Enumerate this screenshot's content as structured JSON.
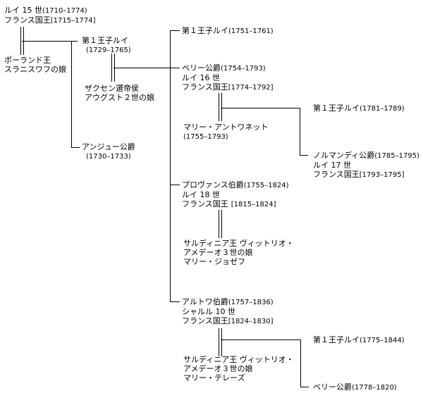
{
  "louis15": {
    "name": "ルイ 15 世",
    "years": "(1710–1774)",
    "title": "フランス国王",
    "reign": "[1715–1774]"
  },
  "polish_princess": {
    "line1": "ポーランド王",
    "line2": "スラニスワフの娘"
  },
  "dauphin_louis": {
    "name": "第１王子ルイ",
    "years": "(1729–1765)"
  },
  "saxony": {
    "line1": "ザクセン選帝侯",
    "line2": "アウグスト２世の娘"
  },
  "anjou": {
    "name": "アンジュー公爵",
    "years": "(1730–1733)"
  },
  "first_prince_a": {
    "name": "第１王子ルイ",
    "years": "(1751–1761)"
  },
  "berry": {
    "name": "ベリー公爵",
    "years": "(1754–1793)",
    "name2": "ルイ 16 世",
    "title": "フランス国王",
    "reign": "[1774–1792]"
  },
  "marie_antoinette": {
    "name": "マリー・アントワネット",
    "years": "(1755–1793)"
  },
  "first_prince_b": {
    "name": "第１王子ルイ",
    "years": "(1781–1789)"
  },
  "normandie": {
    "name": "ノルマンディ公爵",
    "years": "(1785–1795)",
    "name2": "ルイ 17 世",
    "title": "フランス国王",
    "reign": "[1793–1795]"
  },
  "provence": {
    "name": "プロヴァンス伯爵",
    "years": "(1755–1824)",
    "name2": "ルイ 18 世",
    "title": "フランス国王",
    "reign": "[1815–1824]"
  },
  "sardinia_a": {
    "line1": "サルディニア王 ヴィットリオ・",
    "line2": "アメデーオ３世の娘",
    "line3": "マリー・ジョゼフ"
  },
  "artois": {
    "name": "アルトワ伯爵",
    "years": "(1757–1836)",
    "name2": "シャルル 10 世",
    "title": "フランス国王",
    "reign": "[1824–1830]"
  },
  "sardinia_b": {
    "line1": "サルディニア王 ヴィットリオ・",
    "line2": "アメデーオ３世の娘",
    "line3": "マリー・テレーズ"
  },
  "first_prince_c": {
    "name": "第１王子ルイ",
    "years": "(1775–1844)"
  },
  "berry2": {
    "name": "ベリー公爵",
    "years": "(1778–1820)"
  }
}
